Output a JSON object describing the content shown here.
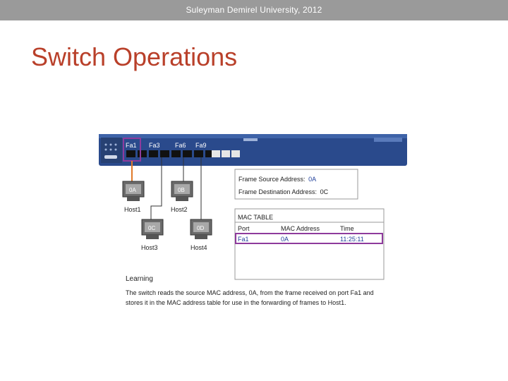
{
  "header": {
    "text": "Suleyman Demirel University, 2012"
  },
  "slide": {
    "title": "Switch Operations"
  },
  "switch": {
    "ports": [
      "Fa1",
      "Fa3",
      "Fa6",
      "Fa9"
    ],
    "highlighted_port": "Fa1"
  },
  "hosts": [
    {
      "name": "Host1",
      "mac": "0A"
    },
    {
      "name": "Host2",
      "mac": "0B"
    },
    {
      "name": "Host3",
      "mac": "0C"
    },
    {
      "name": "Host4",
      "mac": "0D"
    }
  ],
  "frame": {
    "source_label": "Frame Source Address:",
    "source_value": "0A",
    "dest_label": "Frame Destination Address:",
    "dest_value": "0C"
  },
  "mac_table": {
    "title": "MAC TABLE",
    "headers": [
      "Port",
      "MAC Address",
      "Time"
    ],
    "rows": [
      {
        "port": "Fa1",
        "mac": "0A",
        "time": "11:25:11"
      }
    ]
  },
  "caption": {
    "heading": "Learning",
    "line1": "The switch reads the source MAC address, 0A, from the frame received on port Fa1 and",
    "line2": "stores it in the MAC address table for use in the forwarding of frames to Host1."
  },
  "colors": {
    "accent": "#b9402a",
    "highlight": "#8e3b9c",
    "source_value": "#1f3f9a",
    "line_orange": "#e07a2a",
    "switch_blue": "#2a4a8c"
  }
}
